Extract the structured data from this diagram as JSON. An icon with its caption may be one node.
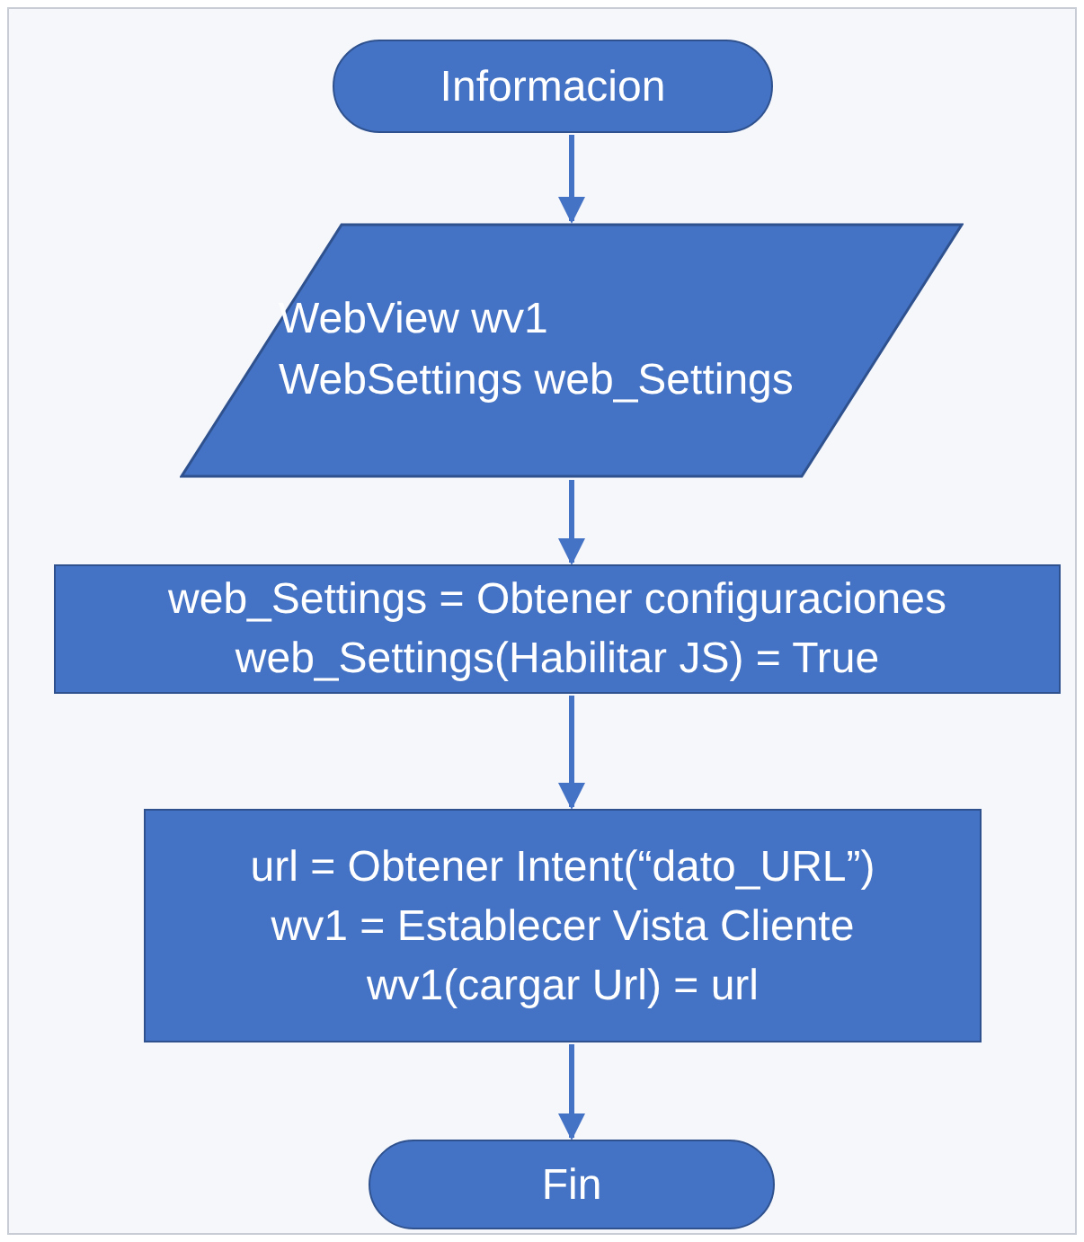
{
  "diagram": {
    "nodes": [
      {
        "text": [
          "Informacion"
        ]
      },
      {
        "text": [
          "WebView wv1",
          "WebSettings web_Settings"
        ]
      },
      {
        "text": [
          "web_Settings = Obtener configuraciones",
          "web_Settings(Habilitar JS) = True"
        ]
      },
      {
        "text": [
          "url = Obtener Intent(“dato_URL”)",
          "wv1 = Establecer Vista Cliente",
          "wv1(cargar Url) = url"
        ]
      },
      {
        "text": [
          "Fin"
        ]
      }
    ],
    "edges": [
      {
        "from": 0,
        "to": 1,
        "arrow": "to"
      },
      {
        "from": 1,
        "to": 2,
        "arrow": "to"
      },
      {
        "from": 2,
        "to": 3,
        "arrow": "to"
      },
      {
        "from": 3,
        "to": 4,
        "arrow": "to"
      }
    ]
  }
}
